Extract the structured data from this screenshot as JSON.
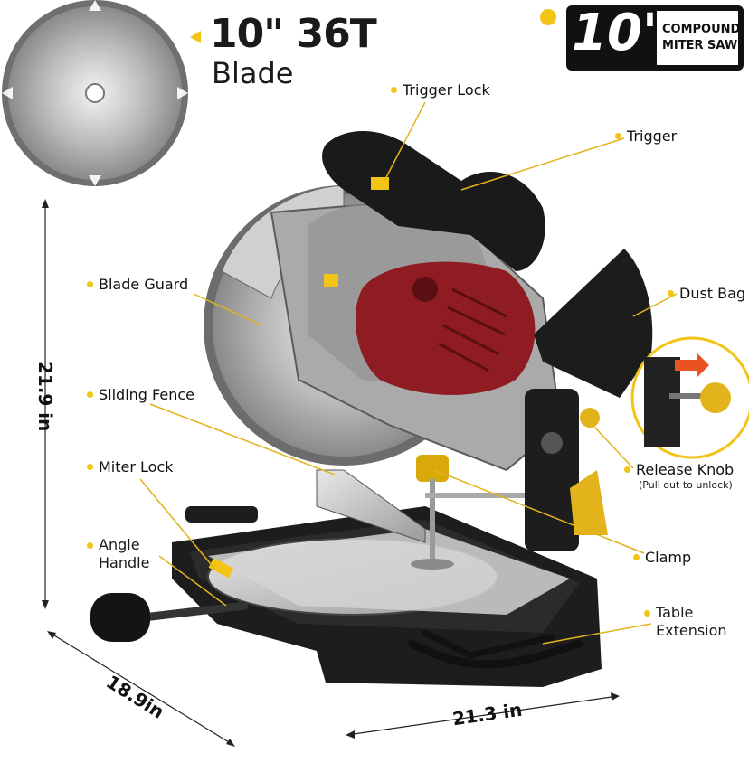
{
  "blade": {
    "size": "10\" 36T",
    "word": "Blade"
  },
  "badge": {
    "size": "10\"",
    "line1": "COMPOUND",
    "line2": "MITER SAW"
  },
  "callouts": {
    "trigger_lock": "Trigger Lock",
    "trigger": "Trigger",
    "blade_guard": "Blade Guard",
    "dust_bag": "Dust Bag",
    "sliding_fence": "Sliding Fence",
    "release_knob": "Release Knob",
    "release_note": "(Pull out to unlock)",
    "miter_lock": "Miter Lock",
    "clamp": "Clamp",
    "angle_handle_1": "Angle",
    "angle_handle_2": "Handle",
    "table_ext_1": "Table",
    "table_ext_2": "Extension"
  },
  "dimensions": {
    "height": "21.9 in",
    "depth": "18.9in",
    "width": "21.3 in"
  },
  "colors": {
    "accent": "#f2c416",
    "motor": "#8e1c22",
    "body": "#1d1d1d",
    "blade": "#c9c9c9"
  }
}
